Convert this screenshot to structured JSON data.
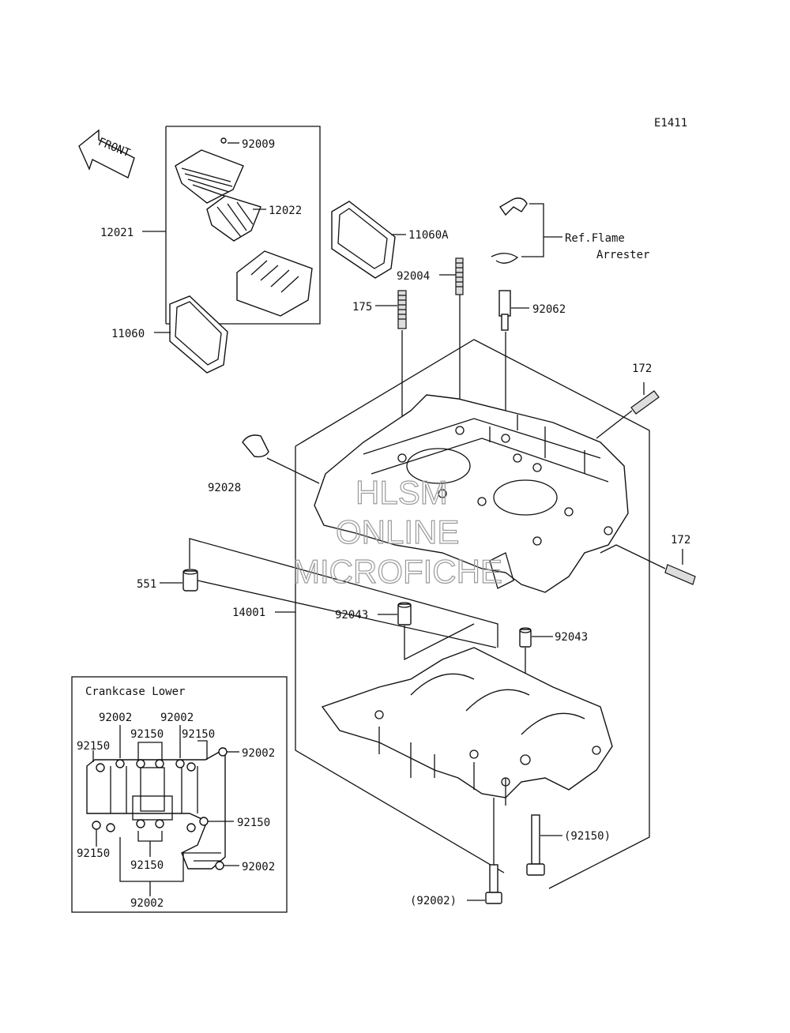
{
  "diagram": {
    "code": "E1411",
    "front_arrow_label": "FRONT",
    "inset_title": "Crankcase Lower",
    "ref_note_line1": "Ref.Flame",
    "ref_note_line2": "Arrester",
    "watermark_line1": "HLSM",
    "watermark_line2": "ONLINE",
    "watermark_line3": "MICROFICHE"
  },
  "callouts": {
    "p92009": "92009",
    "p12022": "12022",
    "p12021": "12021",
    "p11060A": "11060A",
    "p11060": "11060",
    "p92004": "92004",
    "p175": "175",
    "p92062": "92062",
    "p172a": "172",
    "p172b": "172",
    "p92028": "92028",
    "p551": "551",
    "p14001": "14001",
    "p92043a": "92043",
    "p92043b": "92043",
    "p92150_paren": "(92150)",
    "p92002_paren": "(92002)"
  },
  "inset_callouts": {
    "a": "92002",
    "b": "92002",
    "c": "92150",
    "d": "92150",
    "e": "92150",
    "f": "92002",
    "g": "92150",
    "h": "92150",
    "i": "92002",
    "j": "92150",
    "k": "92002"
  }
}
